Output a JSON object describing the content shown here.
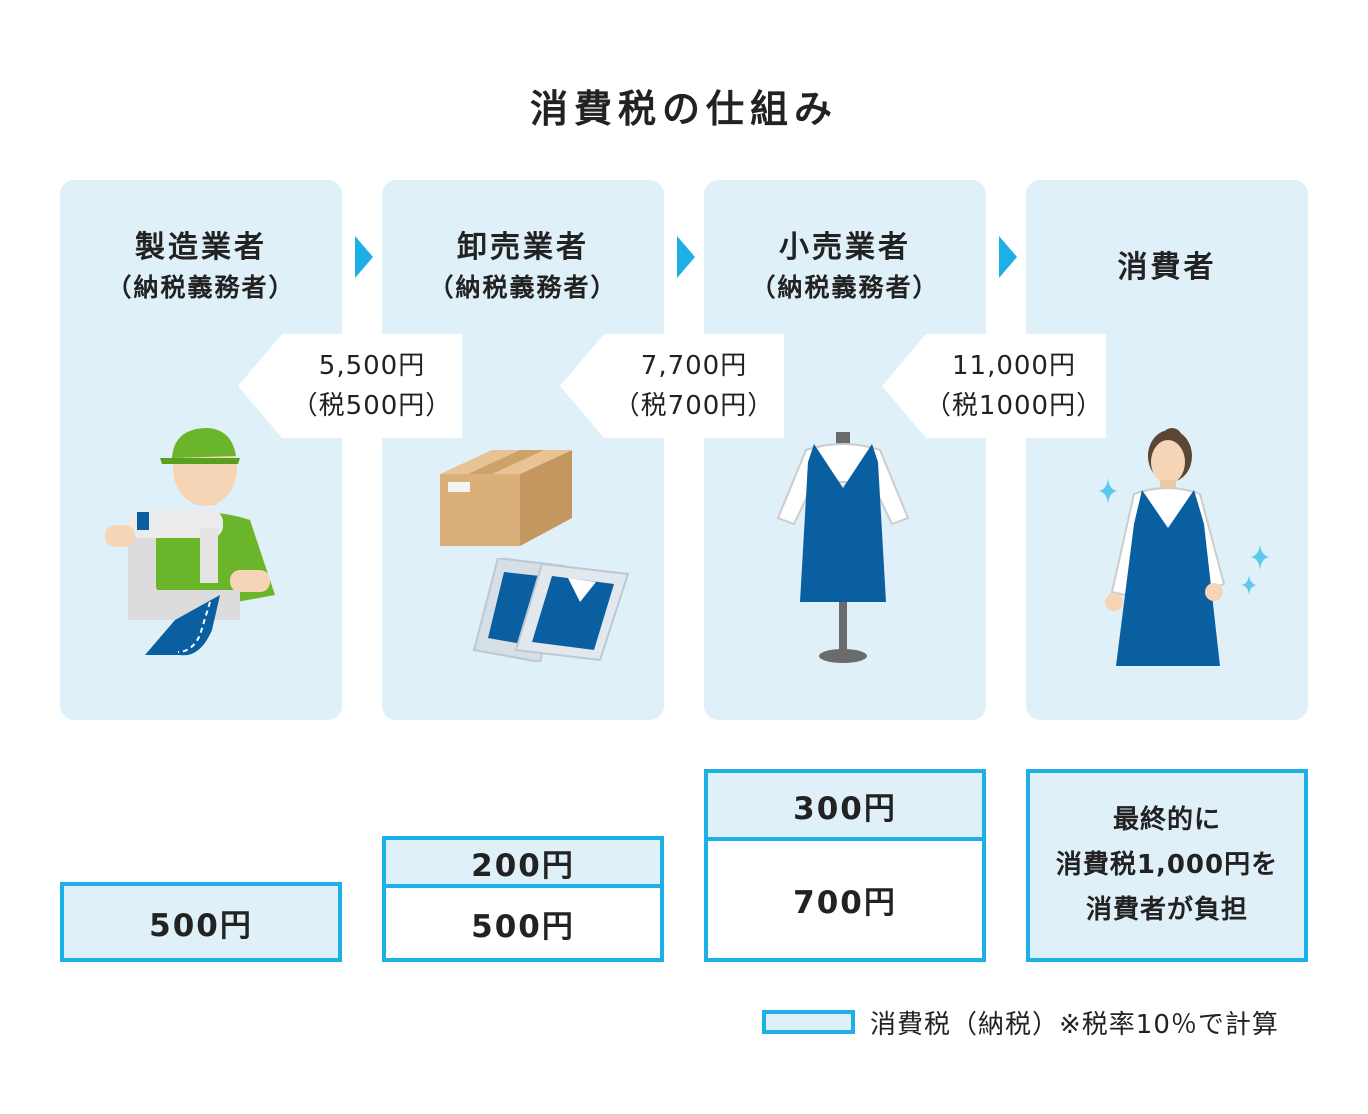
{
  "title": "消費税の仕組み",
  "stages": [
    {
      "name": "製造業者",
      "role": "（納税義務者）"
    },
    {
      "name": "卸売業者",
      "role": "（納税義務者）"
    },
    {
      "name": "小売業者",
      "role": "（納税義務者）"
    },
    {
      "name": "消費者"
    }
  ],
  "prices": [
    {
      "amount": "5,500円",
      "tax": "（税500円）"
    },
    {
      "amount": "7,700円",
      "tax": "（税700円）"
    },
    {
      "amount": "11,000円",
      "tax": "（税1000円）"
    }
  ],
  "payments": {
    "manufacturer": {
      "tax": "500円"
    },
    "wholesaler": {
      "tax": "200円",
      "net": "500円"
    },
    "retailer": {
      "tax": "300円",
      "net": "700円"
    },
    "consumer": {
      "line1": "最終的に",
      "line2": "消費税1,000円を",
      "line3": "消費者が負担"
    }
  },
  "legend": {
    "label": "消費税（納税）※税率10％で計算"
  },
  "colors": {
    "accent": "#1cb0e6",
    "panel": "#dff0f8",
    "navy": "#0a5fa0",
    "green": "#6ab52a"
  },
  "icons": [
    "chevron-right-icon",
    "sewing-worker-icon",
    "cardboard-box-icon",
    "packaged-dress-icon",
    "dress-on-mannequin-icon",
    "woman-in-dress-icon",
    "sparkle-icon"
  ]
}
